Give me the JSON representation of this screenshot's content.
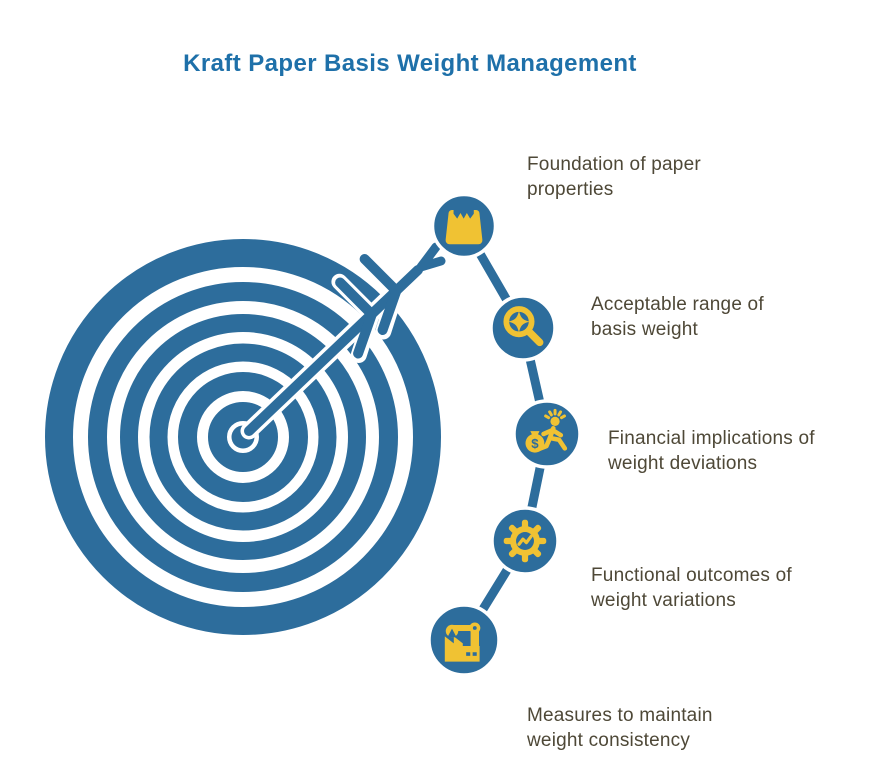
{
  "title": {
    "text": "Kraft Paper Basis Weight Management"
  },
  "colors": {
    "primary_blue": "#2d6d9c",
    "title_blue": "#1e70a9",
    "accent_yellow": "#f0c233",
    "label_text": "#4e4837",
    "background": "#ffffff",
    "node_border": "#ffffff"
  },
  "graphic": {
    "name": "target-with-arrow",
    "rings": 6,
    "description": "bullseye target hit by an arrow pointing to upper right"
  },
  "steps": [
    {
      "label": "Foundation of paper properties",
      "icon": "weight-scale-icon"
    },
    {
      "label": "Acceptable range of basis weight",
      "icon": "magnifier-star-icon"
    },
    {
      "label": "Financial implications of weight deviations",
      "icon": "money-bag-runner-icon"
    },
    {
      "label": "Functional outcomes of weight variations",
      "icon": "gear-trend-icon"
    },
    {
      "label": "Measures to maintain weight consistency",
      "icon": "factory-robot-arm-icon"
    }
  ]
}
